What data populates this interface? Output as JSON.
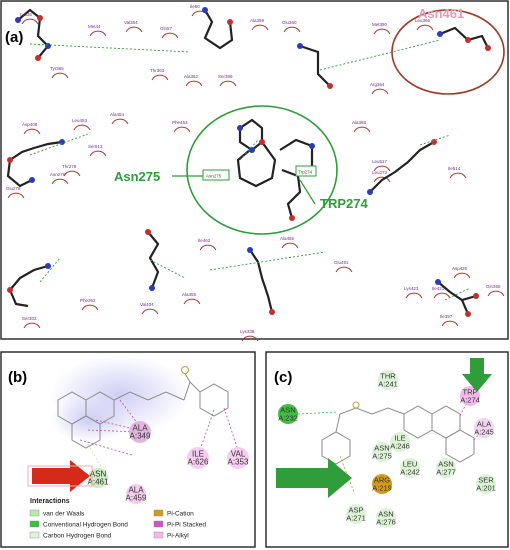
{
  "panels": {
    "a": "(a)",
    "b": "(b)",
    "c": "(c)"
  },
  "panel_a": {
    "highlights": {
      "asn461": "Asn461",
      "asn275": "Asn275",
      "trp274": "TRP274",
      "asn275_box": "Asn275",
      "trp274_box": "Trp274"
    },
    "residues": [
      {
        "label": "Lys36"
      },
      {
        "label": "Met44"
      },
      {
        "label": "Val354"
      },
      {
        "label": "Gln57"
      },
      {
        "label": "Ile50"
      },
      {
        "label": "Ala359"
      },
      {
        "label": "Glu360"
      },
      {
        "label": "Met390"
      },
      {
        "label": "Leu366"
      },
      {
        "label": "Arg364"
      },
      {
        "label": "Tyr365"
      },
      {
        "label": "Thr363"
      },
      {
        "label": "Ala362"
      },
      {
        "label": "Ser399"
      },
      {
        "label": "Asp408"
      },
      {
        "label": "Leu453"
      },
      {
        "label": "Ala454"
      },
      {
        "label": "Phe453"
      },
      {
        "label": "Ala368"
      },
      {
        "label": "Glu278"
      },
      {
        "label": "Thr279"
      },
      {
        "label": "Asn276"
      },
      {
        "label": "Leu517"
      },
      {
        "label": "Leu273"
      },
      {
        "label": "Ile514"
      },
      {
        "label": "Ser513"
      },
      {
        "label": "Ile462"
      },
      {
        "label": "Ala465"
      },
      {
        "label": "Glu491"
      },
      {
        "label": "Asp420"
      },
      {
        "label": "Lys423"
      },
      {
        "label": "Ile421"
      },
      {
        "label": "Gln356"
      },
      {
        "label": "Ile397"
      },
      {
        "label": "Phe352"
      },
      {
        "label": "Val404"
      },
      {
        "label": "Ala355"
      },
      {
        "label": "Lys338"
      },
      {
        "label": "Ser303"
      }
    ]
  },
  "panel_b": {
    "residues": [
      {
        "label": "ALA\nA:349"
      },
      {
        "label": "ILE\nA:626"
      },
      {
        "label": "VAL\nA:353"
      },
      {
        "label": "ASN\nA:461"
      },
      {
        "label": "ALA\nA:459"
      }
    ],
    "legend_title": "Interactions",
    "legend": [
      {
        "label": "van der Waals",
        "color": "#b9e8b0"
      },
      {
        "label": "Conventional Hydrogen Bond",
        "color": "#3fbf3f"
      },
      {
        "label": "Carbon Hydrogen Bond",
        "color": "#dcf3d6"
      },
      {
        "label": "Pi-Cation",
        "color": "#d49a1c"
      },
      {
        "label": "Pi-Pi Stacked",
        "color": "#d454c8"
      },
      {
        "label": "Pi-Alkyl",
        "color": "#f2b8ec"
      }
    ]
  },
  "panel_c": {
    "residues": [
      {
        "label": "THR\nA:241"
      },
      {
        "label": "ASN\nA:232"
      },
      {
        "label": "TRP\nA:274"
      },
      {
        "label": "ALA\nA:245"
      },
      {
        "label": "ILE\nA:246"
      },
      {
        "label": "ASN\nA:275"
      },
      {
        "label": "ARG\nA:219"
      },
      {
        "label": "LEU\nA:242"
      },
      {
        "label": "ASN\nA:277"
      },
      {
        "label": "SER\nA:201"
      },
      {
        "label": "ASP\nA:271"
      },
      {
        "label": "ASN\nA:276"
      }
    ]
  },
  "colors": {
    "green": "#2e9d3a",
    "red": "#d42a1a",
    "oval_red": "#a0382a",
    "pink": "#e89ab8"
  }
}
